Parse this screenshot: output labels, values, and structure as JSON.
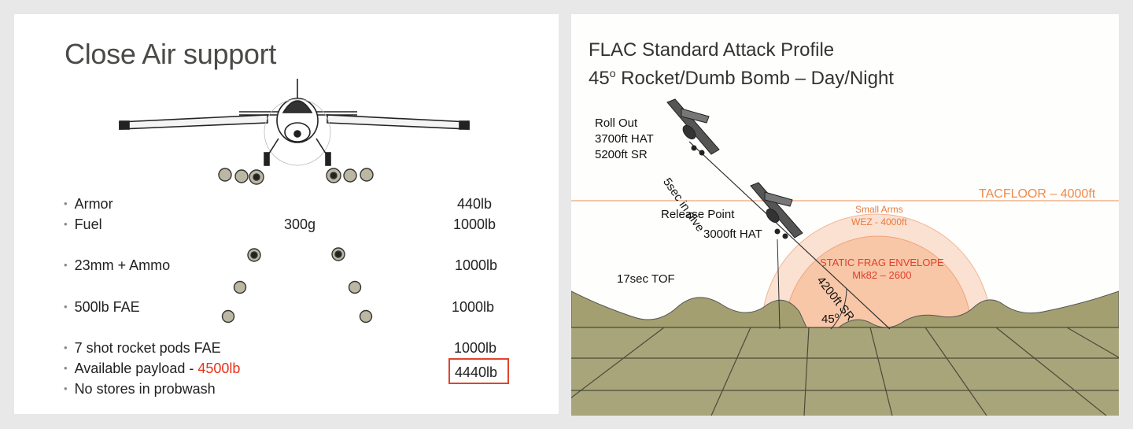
{
  "left": {
    "title": "Close Air support",
    "items": [
      {
        "label": "Armor",
        "mid": "",
        "weight": "440lb"
      },
      {
        "label": "Fuel",
        "mid": "300g",
        "weight": "1000lb"
      },
      {
        "label": "23mm + Ammo",
        "mid": "",
        "weight": "1000lb"
      },
      {
        "label": "500lb FAE",
        "mid": "",
        "weight": "1000lb"
      },
      {
        "label": "7 shot rocket pods  FAE",
        "mid": "",
        "weight": "1000lb"
      }
    ],
    "payload_label": "Available payload -",
    "payload_value": "4500lb",
    "payload_total": "4440lb",
    "no_stores": "No stores in probwash",
    "colors": {
      "highlight": "#e8321c",
      "box": "#e0442c"
    }
  },
  "right": {
    "title_line1": "FLAC Standard Attack Profile",
    "title_line2_main": "45",
    "title_line2_sup": "o",
    "title_line2_rest": " Rocket/Dumb Bomb – Day/Night",
    "roll_out": [
      "Roll Out",
      "3700ft HAT",
      "5200ft SR"
    ],
    "dive_label": "5sec in dive",
    "tacfloor": "TACFLOOR – 4000ft",
    "release_point": "Release Point",
    "release_hat": "3000ft HAT",
    "small_arms": [
      "Small Arms",
      "WEZ - 4000ft"
    ],
    "static_frag": [
      "STATIC FRAG ENVELOPE",
      "Mk82 – 2600"
    ],
    "tof": "17sec TOF",
    "slant_range": "4200ft SR",
    "angle_main": "45",
    "angle_sup": "o",
    "colors": {
      "tacfloor": "#f08a4a",
      "small_arms_text": "#e87a3a",
      "frag_text": "#e0402c",
      "terrain": "#a19f6e"
    }
  }
}
